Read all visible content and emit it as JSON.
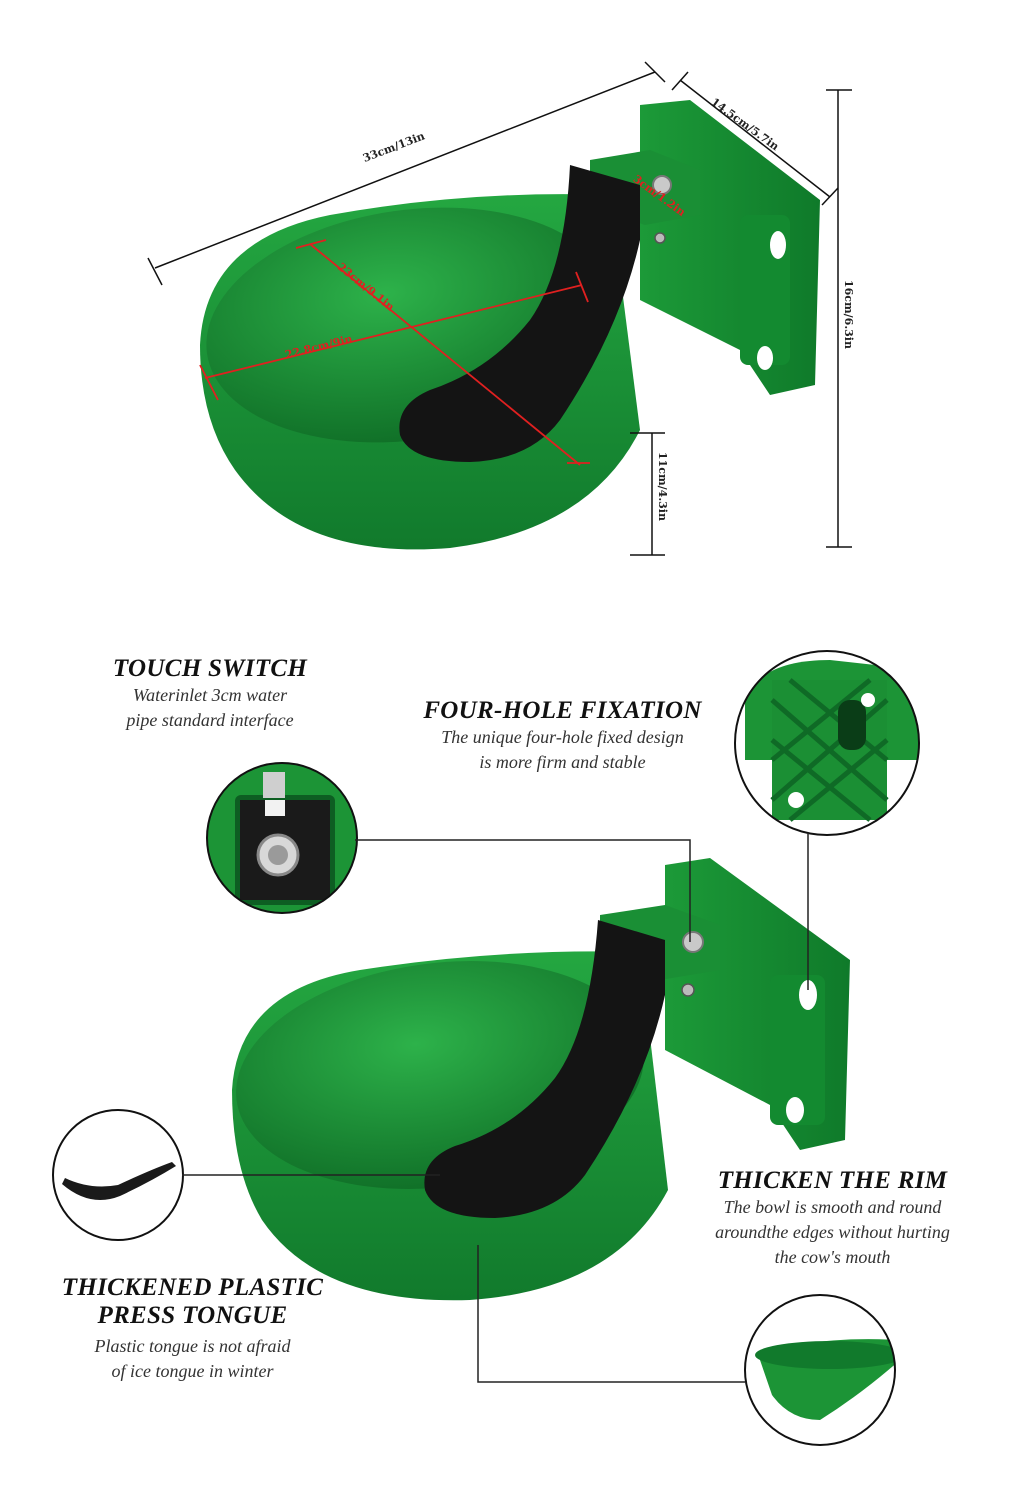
{
  "dimensions": {
    "length": "33cm/13in",
    "width": "14.5cm/5.7in",
    "height": "16cm/6.3in",
    "bowl_depth": "11cm/4.3in",
    "inner_diameter": "22.8cm/9in",
    "tongue_length": "23cm/9.1in",
    "inlet": "3cm/1.2in"
  },
  "features": {
    "touch_switch": {
      "title": "TOUCH SWITCH",
      "desc_line1": "Waterinlet 3cm water",
      "desc_line2": "pipe standard interface"
    },
    "four_hole": {
      "title": "FOUR-HOLE FIXATION",
      "desc_line1": "The unique four-hole fixed design",
      "desc_line2": "is more firm and stable"
    },
    "rim": {
      "title": "THICKEN THE RIM",
      "desc_line1": "The bowl is smooth and round",
      "desc_line2": "aroundthe edges without hurting",
      "desc_line3": "the cow's mouth"
    },
    "tongue": {
      "title_line1": "THICKENED PLASTIC",
      "title_line2": "PRESS TONGUE",
      "desc_line1": "Plastic tongue is not afraid",
      "desc_line2": "of ice tongue in winter"
    }
  },
  "colors": {
    "bowl_green": "#1f9a3a",
    "bowl_dark": "#0f6e26",
    "tongue_black": "#141414"
  }
}
